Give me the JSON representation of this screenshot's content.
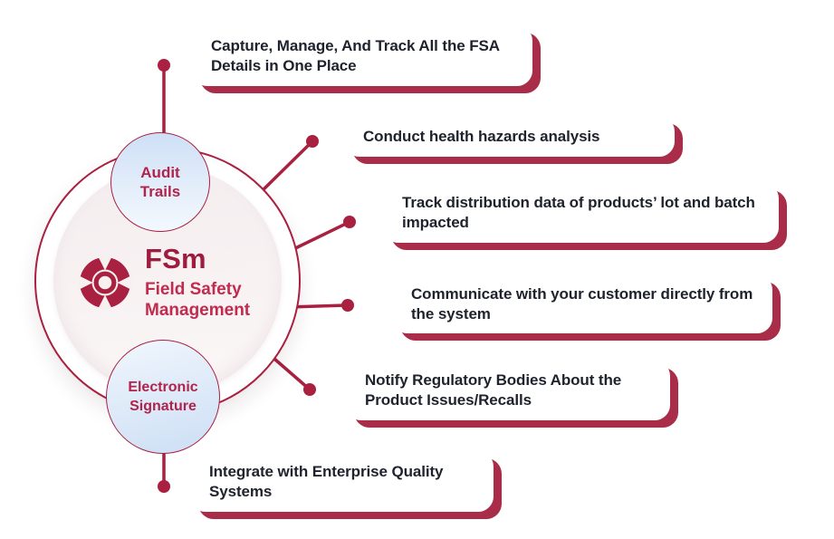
{
  "hub": {
    "abbr": "FSm",
    "name_line1": "Field Safety",
    "name_line2": "Management",
    "icon": "lifebuoy-icon"
  },
  "satellites": [
    {
      "line1": "Audit",
      "line2": "Trails"
    },
    {
      "line1": "Electronic",
      "line2": "Signature"
    }
  ],
  "features": [
    {
      "text": "Capture, Manage, And Track All the FSA Details in One Place"
    },
    {
      "text": "Conduct health hazards analysis"
    },
    {
      "text": "Track distribution data of products’ lot and batch impacted"
    },
    {
      "text": "Communicate with your customer directly from the system"
    },
    {
      "text": "Notify Regulatory Bodies About the Product Issues/Recalls"
    },
    {
      "text": "Integrate with Enterprise Quality Systems"
    }
  ],
  "colors": {
    "accent": "#A92040",
    "card_shadow": "#A92C48",
    "card_text": "#1E222C",
    "hub_abbr_text": "#9E1C3E",
    "hub_name_text": "#C22A4E",
    "satellite_text": "#B0234A",
    "satellite_fill_top": "#CEDFF6",
    "satellite_fill_bottom": "#F2F8FE",
    "hub_inner_fill": "#F6F0F1",
    "background": "#FFFFFF"
  }
}
